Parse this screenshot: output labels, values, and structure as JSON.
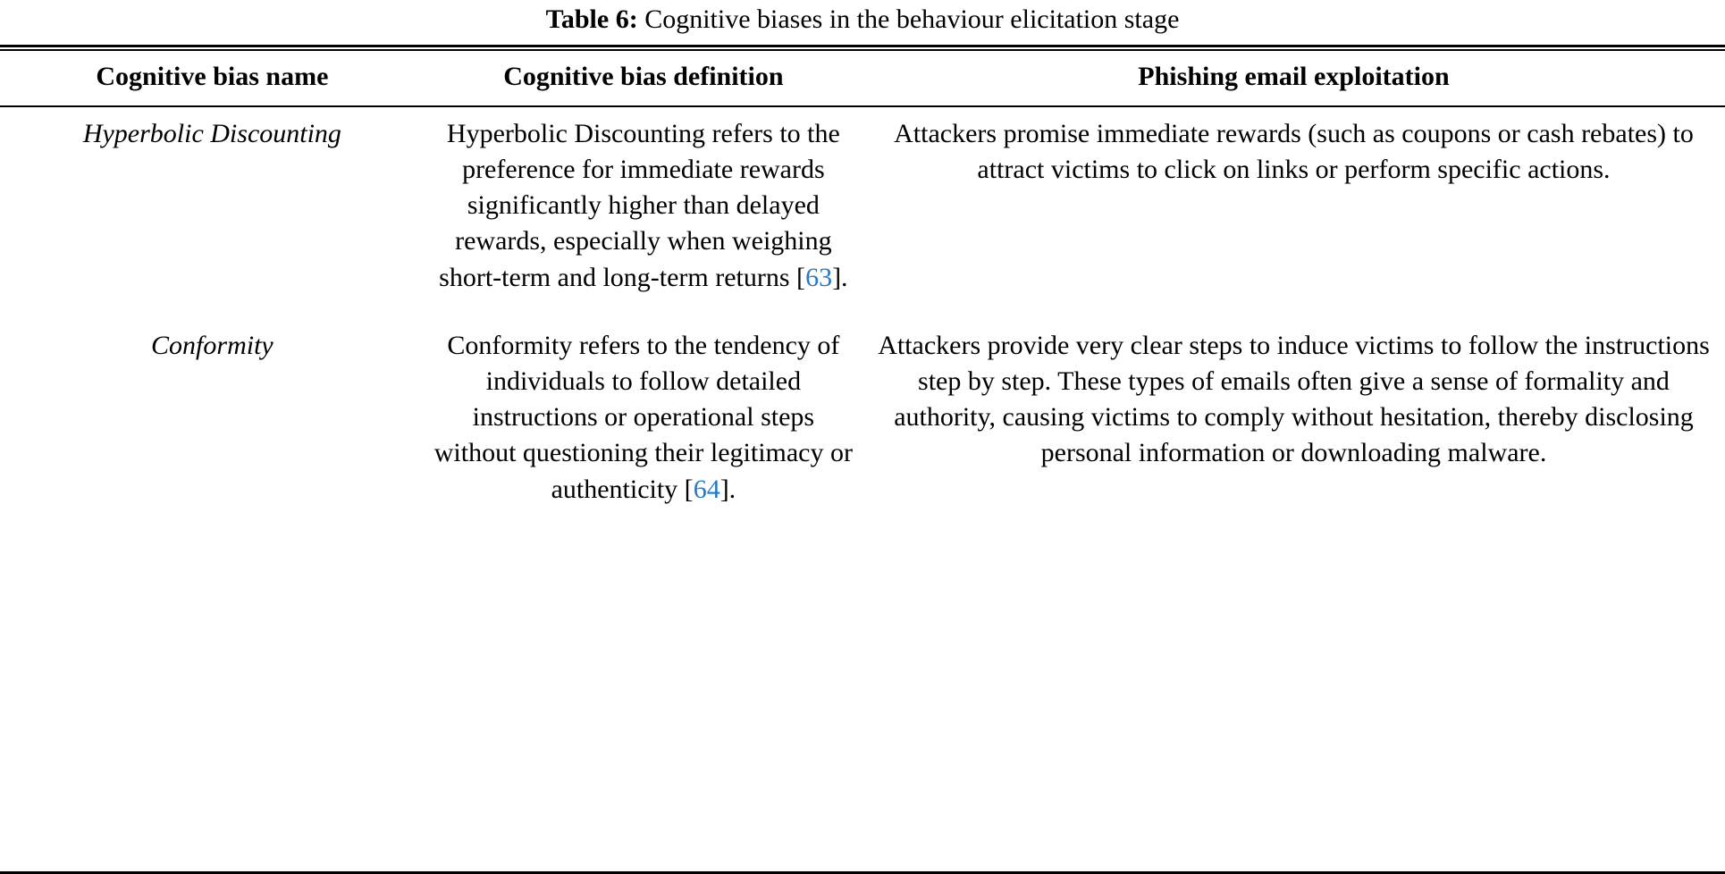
{
  "caption": {
    "label": "Table 6:",
    "text": "Cognitive biases in the behaviour elicitation stage"
  },
  "colors": {
    "text": "#000000",
    "citation_link": "#2878c8",
    "rule": "#000000",
    "background": "#ffffff"
  },
  "table": {
    "headers": [
      "Cognitive bias name",
      "Cognitive bias definition",
      "Phishing email exploitation"
    ],
    "rows": [
      {
        "name": "Hyperbolic Discounting",
        "definition_before": "Hyperbolic Discounting refers to the preference for immediate rewards significantly higher than delayed rewards, especially when weighing short-term and long-term returns [",
        "definition_citation": "63",
        "definition_after": "].",
        "exploitation": "Attackers promise immediate rewards (such as coupons or cash rebates) to attract victims to click on links or perform specific actions."
      },
      {
        "name": "Conformity",
        "definition_before": "Conformity refers to the tendency of individuals to follow detailed instructions or operational steps without questioning their legitimacy or authenticity [",
        "definition_citation": "64",
        "definition_after": "].",
        "exploitation": "Attackers provide very clear steps to induce victims to follow the instructions step by step. These types of emails often give a sense of formality and authority, causing victims to comply without hesitation, thereby disclosing personal information or downloading malware."
      }
    ]
  }
}
